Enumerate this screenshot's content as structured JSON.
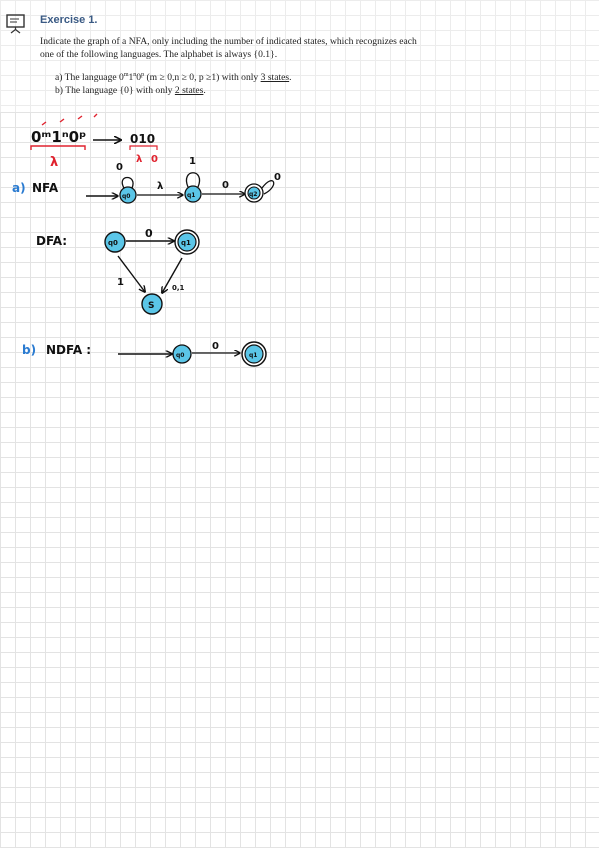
{
  "exercise": {
    "title": "Exercise 1.",
    "instruction": "Indicate the graph of a NFA, only including the number of indicated states, which recognizes each one of the following languages. The alphabet is always {0.1}.",
    "item_a_prefix": "a)  The language 0",
    "item_a_m": "m",
    "item_a_one": "1",
    "item_a_n": "n",
    "item_a_zero": "0",
    "item_a_p": "p",
    "item_a_cond": " (m ≥ 0,n ≥ 0, p ≥1) with only ",
    "item_a_states": "3 states",
    "item_a_end": ".",
    "item_b_prefix": "b)  The language {0} with only ",
    "item_b_states": "2 states",
    "item_b_end": "."
  },
  "notes": {
    "expr": "0ᵐ1ⁿ0ᵖ",
    "arrow_result": "010",
    "lambda_left": "λ",
    "lambda_small": "λ",
    "zero_small": "0",
    "label_a": "a)",
    "label_nfa": "NFA",
    "label_dfa": "DFA:",
    "label_b": "b)",
    "label_ndfa": "NDFA :",
    "nfa_loop0": "0",
    "nfa_loop1": "1",
    "nfa_lambda": "λ",
    "nfa_edge0": "0",
    "nfa_loop2": "0",
    "dfa_edge0": "0",
    "dfa_edge1": "1",
    "dfa_edge01": "0,1",
    "ndfa_edge0": "0"
  },
  "states": {
    "q0": "q0",
    "q1": "q1",
    "q2": "q2",
    "s": "S"
  },
  "colors": {
    "accent_blue": "#5bc6e8",
    "red": "#e0222e",
    "ink": "#111111",
    "title_blue": "#3a5a84"
  }
}
